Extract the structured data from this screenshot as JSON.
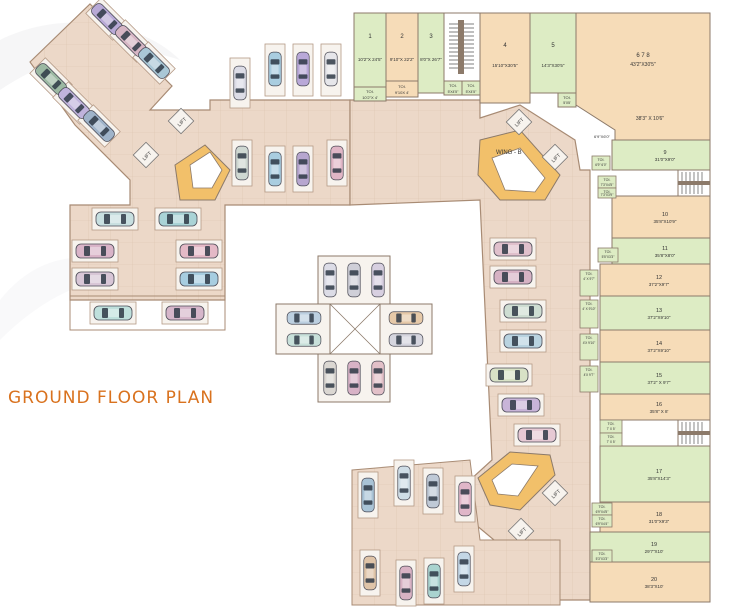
{
  "title": "GROUND FLOOR PLAN",
  "colors": {
    "floor": "#ecd8c8",
    "floor_line": "#c9ab95",
    "shop_green": "#ddecc4",
    "shop_peach": "#f6dcb8",
    "wall": "#8c7a6a",
    "parking_bay": "#f5f1ec",
    "title": "#d9721e"
  },
  "labels": {
    "wing_b": "WING - B",
    "lift": "LIFT"
  },
  "top_shops": [
    {
      "num": "1",
      "dim": "10'2\"X 24'5\"",
      "toilet": "10'2\"X 4'"
    },
    {
      "num": "2",
      "dim": "9'10\"X 22'2\"",
      "toilet": "9'10X 4'"
    },
    {
      "num": "3",
      "dim": "8'0\"X 26'7\"",
      "toilet": "5'X4'5\""
    },
    {
      "num": "",
      "dim": "",
      "toilet": "5'X4'5\""
    },
    {
      "num": "4",
      "dim": "15'10\"X30'5\"",
      "toilet": ""
    },
    {
      "num": "5",
      "dim": "14'3\"X30'5\"",
      "toilet": "5'X5'"
    },
    {
      "num": "6 7 8",
      "dim": "43'2\"X30'5\"",
      "toilet": ""
    }
  ],
  "toilet_label": "TOI.",
  "corner_shop": {
    "dim": "38'3\" X 10'6\"",
    "toilet": "6'9\"X6'0\""
  },
  "right_shops": [
    {
      "num": "9",
      "dim": "31'0\"X9'0\""
    },
    {
      "num": "10",
      "dim": "35'8\"X10'9\""
    },
    {
      "num": "11",
      "dim": "35'8\"X8'0\""
    },
    {
      "num": "12",
      "dim": "37'2\"X9'7\""
    },
    {
      "num": "13",
      "dim": "37'2\"X9'10\""
    },
    {
      "num": "14",
      "dim": "37'2\"X9'10\""
    },
    {
      "num": "15",
      "dim": "37'2\" X 9'7\""
    },
    {
      "num": "16",
      "dim": "35'8\" X 8'"
    },
    {
      "num": "17",
      "dim": "35'8\"X14'3\""
    },
    {
      "num": "18",
      "dim": "31'0\"X9'3\""
    },
    {
      "num": "19",
      "dim": "29'7\"X10'"
    },
    {
      "num": "20",
      "dim": "38'3\"X10'"
    }
  ],
  "right_toilets": [
    "6'9\" 6'0\"",
    "7'3\"X4'5\"",
    "7'3\"X3'9\"",
    "5'5\"X3'3\"",
    "4' X 9'7\"",
    "4' X 9'10\"",
    "4'X 9'10\"",
    "4'X 9'7\"",
    "7' X 5'",
    "7' X 5'",
    "6'9\"X4'5\"",
    "6'9\"X4'4\"",
    "5'3\"X3'3\""
  ]
}
